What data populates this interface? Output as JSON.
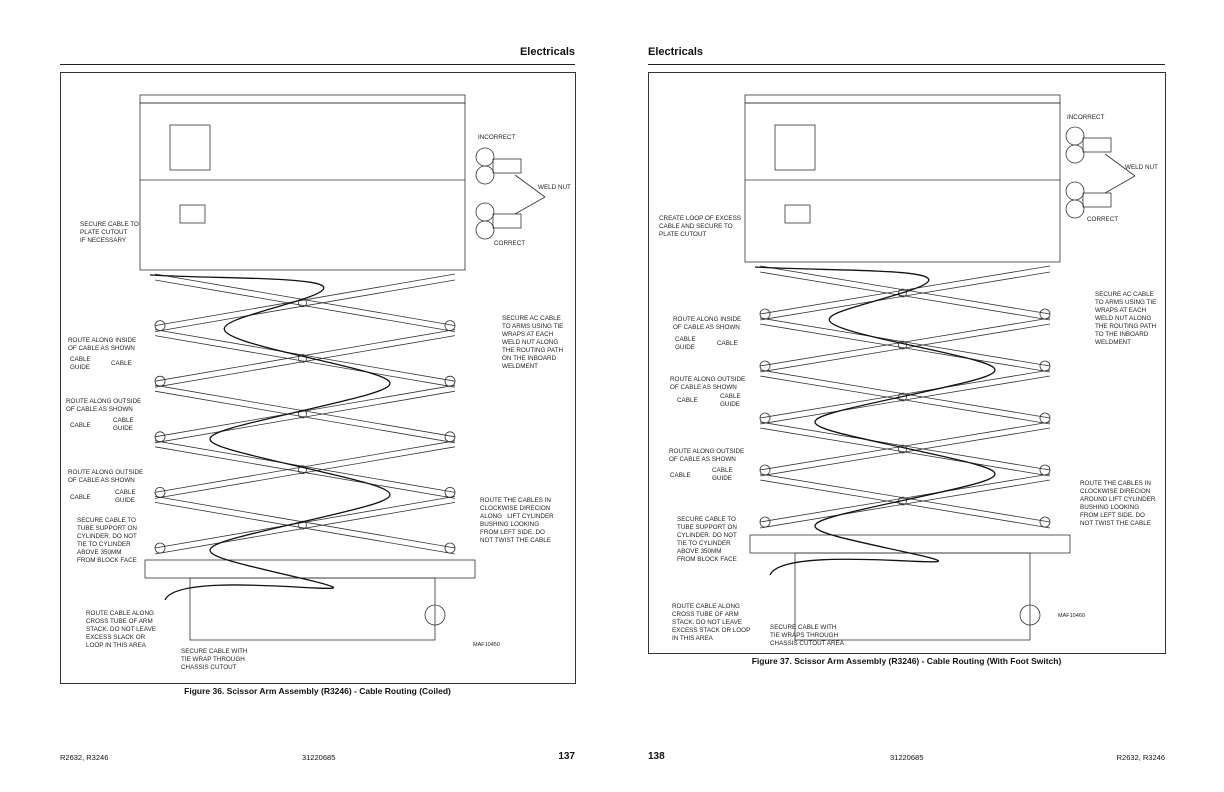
{
  "left_page": {
    "section_title": "Electricals",
    "figure_caption": "Figure 36. Scissor Arm Assembly (R3246) - Cable Routing (Coiled)",
    "drawing_id": "MAF10450",
    "labels": {
      "incorrect": "INCORRECT",
      "weld_nut": "WELD NUT",
      "correct": "CORRECT",
      "secure_plate": "SECURE CABLE TO\nPLATE CUTOUT\nIF NECESSARY",
      "secure_ac": "SECURE AC CABLE\nTO ARMS USING TIE\nWRAPS AT EACH\nWELD NUT ALONG\nTHE ROUTING PATH\nON THE INBOARD\nWELDMENT",
      "route_inside": "ROUTE ALONG INSIDE\nOF CABLE AS SHOWN",
      "route_outside_1": "ROUTE ALONG OUTSIDE\nOF CABLE AS SHOWN",
      "route_outside_2": "ROUTE ALONG OUTSIDE\nOF CABLE AS SHOWN",
      "cable": "CABLE",
      "cable_guide": "CABLE\nGUIDE",
      "secure_tube": "SECURE CABLE TO\nTUBE SUPPORT ON\nCYLINDER. DO NOT\nTIE TO CYLINDER\nABOVE 350MM\nFROM BLOCK FACE",
      "route_clockwise": "ROUTE THE CABLES IN\nCLOCKWISE DIRECION\nALONG   LIFT CYLINDER\nBUSHING LOOKING\nFROM LEFT SIDE. DO\nNOT TWIST THE CABLE",
      "route_cross": "ROUTE CABLE ALONG\nCROSS TUBE OF ARM\nSTACK. DO NOT LEAVE\nEXCESS SLACK OR\nLOOP IN THIS AREA",
      "secure_chassis": "SECURE CABLE WITH\nTIE WRAP THROUGH\nCHASSIS CUTOUT"
    },
    "footer": {
      "model": "R2632, R3246",
      "doc_number": "31220685",
      "page_number": "137"
    }
  },
  "right_page": {
    "section_title": "Electricals",
    "figure_caption": "Figure 37. Scissor Arm Assembly (R3246) - Cable Routing (With Foot Switch)",
    "drawing_id": "MAF10460",
    "labels": {
      "incorrect": "INCORRECT",
      "weld_nut": "WELD NUT",
      "correct": "CORRECT",
      "create_loop": "CREATE LOOP OF EXCESS\nCABLE AND SECURE TO\nPLATE CUTOUT",
      "secure_ac": "SECURE AC CABLE\nTO ARMS USING TIE\nWRAPS AT EACH\nWELD NUT ALONG\nTHE ROUTING PATH\nTO THE INBOARD\nWELDMENT",
      "route_inside": "ROUTE ALONG INSIDE\nOF CABLE AS SHOWN",
      "route_outside_1": "ROUTE ALONG OUTSIDE\nOF CABLE AS SHOWN",
      "route_outside_2": "ROUTE ALONG OUTSIDE\nOF CABLE AS SHOWN",
      "cable": "CABLE",
      "cable_guide": "CABLE\nGUIDE",
      "secure_tube": "SECURE CABLE TO\nTUBE SUPPORT ON\nCYLINDER. DO NOT\nTIE TO CYLINDER\nABOVE 350MM\nFROM BLOCK FACE",
      "route_clockwise": "ROUTE THE CABLES IN\nCLOCKWISE DIRECION\nAROUND LIFT CYLINDER\nBUSHING LOOKING\nFROM LEFT SIDE. DO\nNOT TWIST THE CABLE",
      "route_cross": "ROUTE CABLE ALONG\nCROSS TUBE OF ARM\nSTACK. DO NOT LEAVE\nEXCESS STACK OR LOOP\nIN THIS AREA",
      "secure_chassis": "SECURE CABLE WITH\nTIE WRAPS THROUGH\nCHASSIS CUTOUT AREA"
    },
    "footer": {
      "model": "R2632, R3246",
      "doc_number": "31220685",
      "page_number": "138"
    }
  }
}
